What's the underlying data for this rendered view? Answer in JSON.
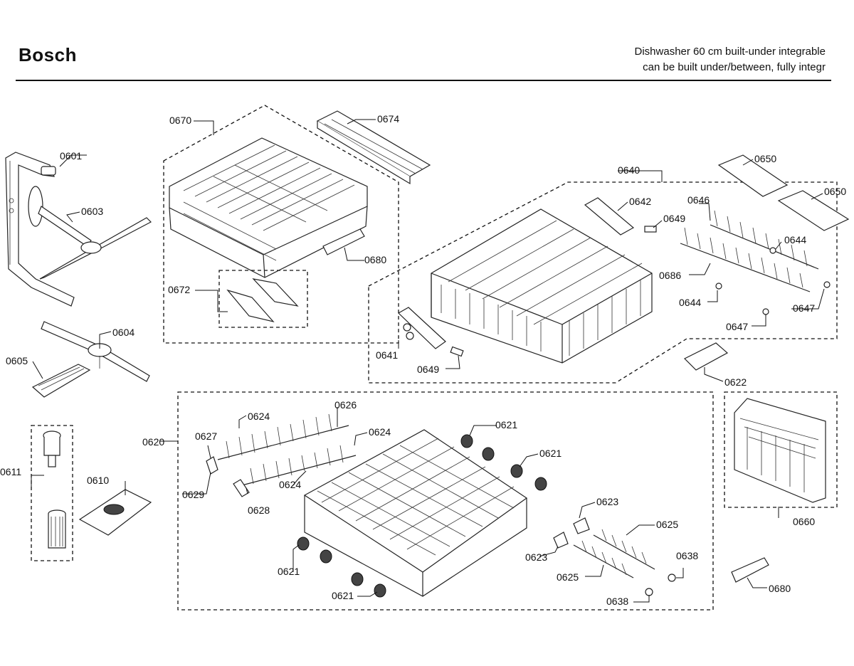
{
  "header": {
    "brand": "Bosch",
    "subtitle_line1": "Dishwasher 60 cm built-under integrable",
    "subtitle_line2": "can be built under/between, fully integr"
  },
  "callouts": {
    "c0601": "0601",
    "c0603": "0603",
    "c0604": "0604",
    "c0605": "0605",
    "c0610": "0610",
    "c0611": "0611",
    "c0670": "0670",
    "c0672": "0672",
    "c0674": "0674",
    "c0680a": "0680",
    "c0640": "0640",
    "c0641": "0641",
    "c0642": "0642",
    "c0644a": "0644",
    "c0644b": "0644",
    "c0646": "0646",
    "c0647a": "0647",
    "c0647b": "0647",
    "c0649a": "0649",
    "c0649b": "0649",
    "c0650a": "0650",
    "c0650b": "0650",
    "c0686": "0686",
    "c0622": "0622",
    "c0620": "0620",
    "c0621a": "0621",
    "c0621b": "0621",
    "c0621c": "0621",
    "c0621d": "0621",
    "c0623a": "0623",
    "c0623b": "0623",
    "c0624a": "0624",
    "c0624b": "0624",
    "c0624c": "0624",
    "c0625a": "0625",
    "c0625b": "0625",
    "c0626": "0626",
    "c0627": "0627",
    "c0628": "0628",
    "c0629": "0629",
    "c0638a": "0638",
    "c0638b": "0638",
    "c0660": "0660",
    "c0680b": "0680"
  }
}
